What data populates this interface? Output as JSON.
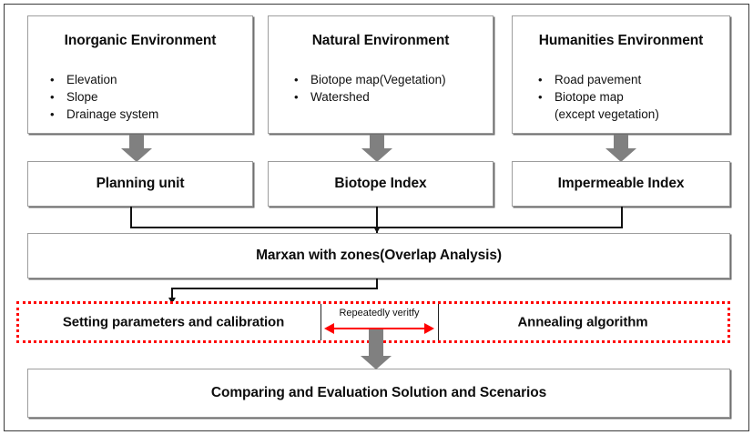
{
  "diagram": {
    "title": "Marxan with zones methodology flowchart",
    "colors": {
      "box_border": "#9d9d9d",
      "box_shadow": "#6f6f6f",
      "arrow_grey": "#808080",
      "loop_red": "#ff0000",
      "connector_black": "#111111",
      "frame": "#3a3a3a"
    }
  },
  "inputs": [
    {
      "title": "Inorganic Environment",
      "items": [
        "Elevation",
        "Slope",
        "Drainage system"
      ]
    },
    {
      "title": "Natural Environment",
      "items": [
        "Biotope map(Vegetation)",
        "Watershed"
      ]
    },
    {
      "title": "Humanities Environment",
      "items": [
        "Road pavement",
        "Biotope map\n(except vegetation)"
      ]
    }
  ],
  "indices": [
    {
      "label": "Planning unit"
    },
    {
      "label": "Biotope Index"
    },
    {
      "label": "Impermeable Index"
    }
  ],
  "analysis": {
    "label": "Marxan with zones(Overlap Analysis)"
  },
  "loop": {
    "left_label": "Setting parameters and calibration",
    "center_label": "Repeatedly veritfy",
    "right_label": "Annealing algorithm"
  },
  "output": {
    "label": "Comparing and Evaluation Solution and Scenarios"
  }
}
